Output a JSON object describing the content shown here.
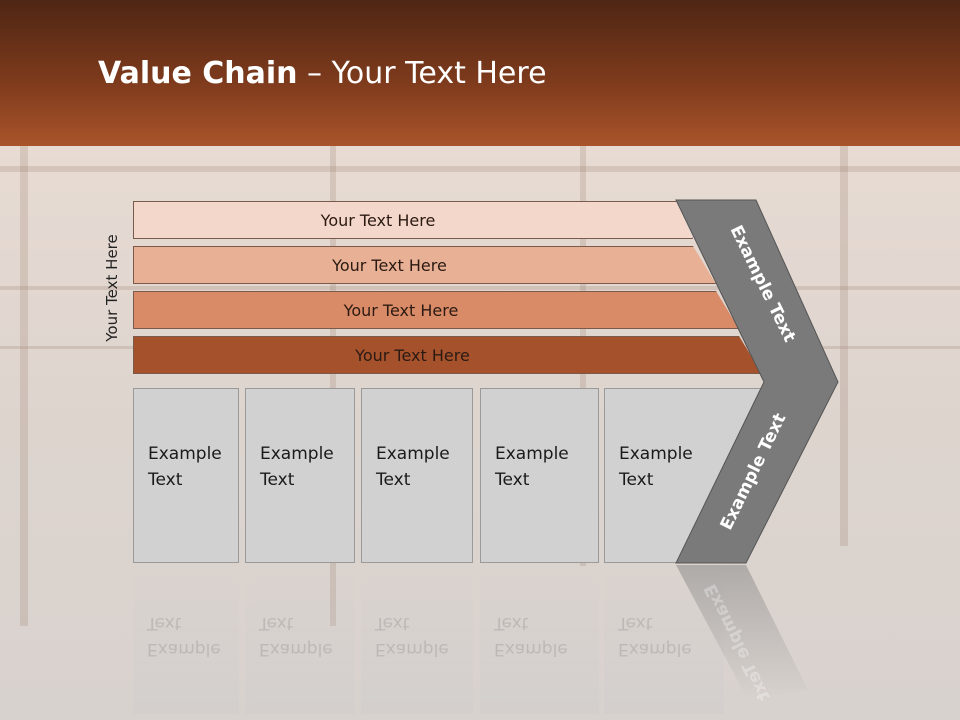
{
  "title": {
    "bold": "Value Chain",
    "rest": " – Your Text Here"
  },
  "vertical_label": "Your Text Here",
  "bars": [
    {
      "label": "Your Text Here",
      "color": "#f3d7cb"
    },
    {
      "label": "Your Text Here",
      "color": "#e8b095"
    },
    {
      "label": "Your Text Here",
      "color": "#d98a66"
    },
    {
      "label": "Your Text Here",
      "color": "#a5522c"
    }
  ],
  "boxes": [
    {
      "line1": "Example",
      "line2": "Text"
    },
    {
      "line1": "Example",
      "line2": "Text"
    },
    {
      "line1": "Example",
      "line2": "Text"
    },
    {
      "line1": "Example",
      "line2": "Text"
    },
    {
      "line1": "Example",
      "line2": "Text"
    }
  ],
  "chevron": {
    "upper": "Example Text",
    "lower": "Example Text",
    "color": "#7a7a7a"
  },
  "colors": {
    "header_dark": "#4e2614",
    "header_light": "#a9542a"
  }
}
